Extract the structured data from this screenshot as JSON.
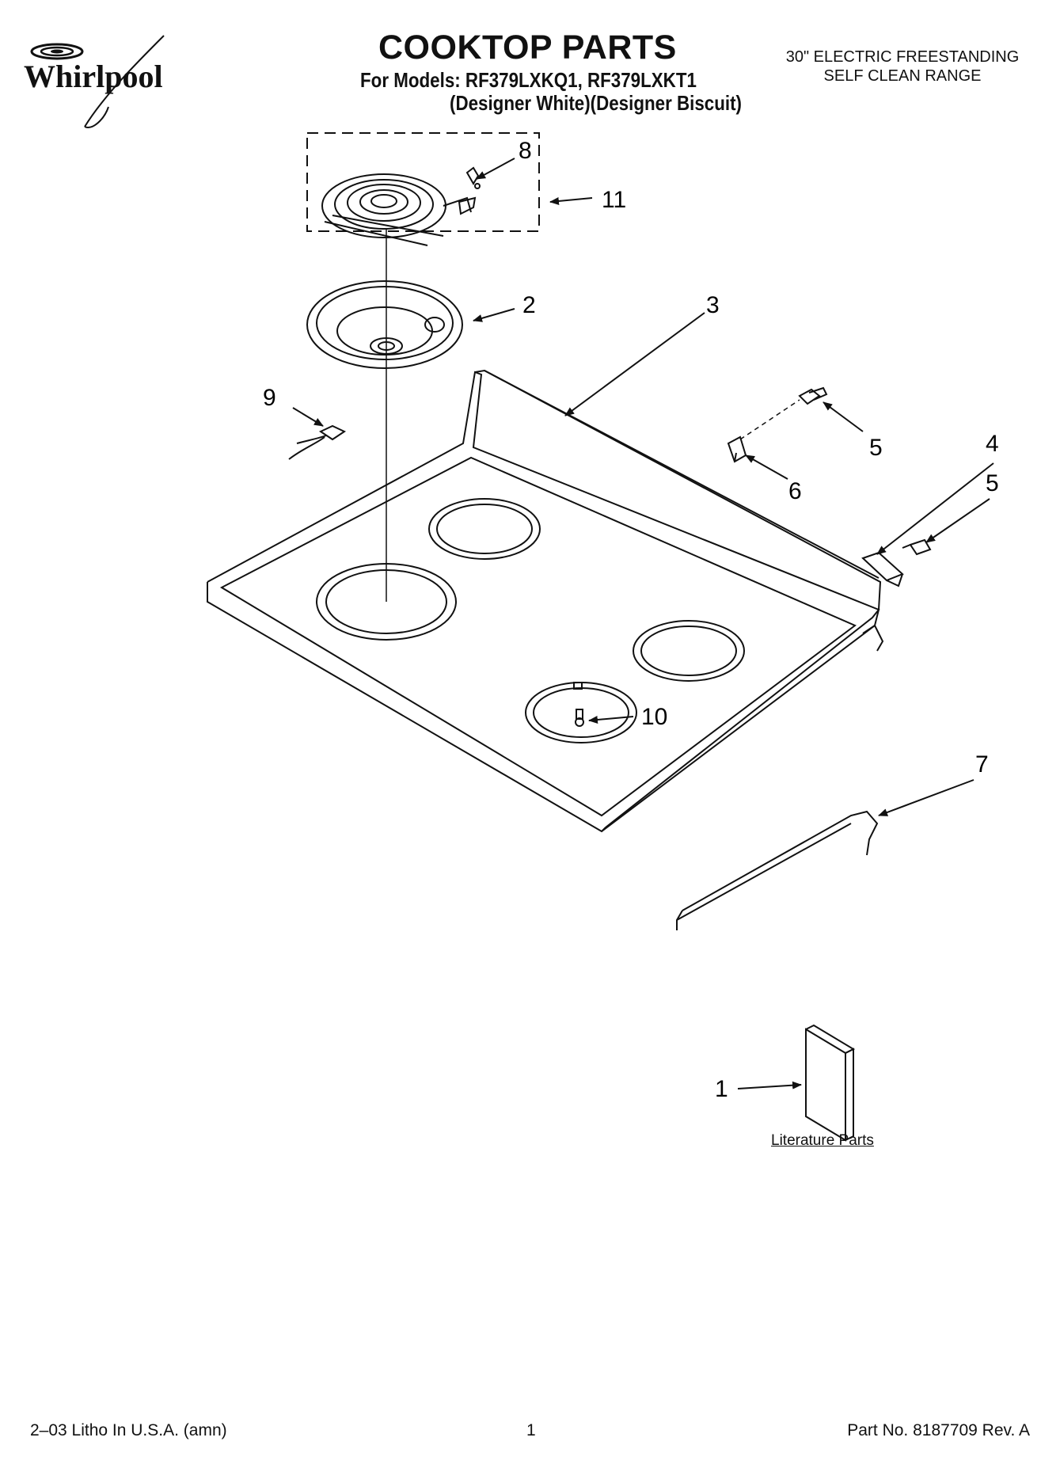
{
  "brand": {
    "logo_text": "Whirlpool"
  },
  "header": {
    "title": "COOKTOP PARTS",
    "models": "For Models: RF379LXKQ1, RF379LXKT1",
    "finishes": "(Designer White)(Designer Biscuit)",
    "range_line1": "30\" ELECTRIC FREESTANDING",
    "range_line2": "SELF CLEAN RANGE"
  },
  "callouts": {
    "c1": "1",
    "c2": "2",
    "c3": "3",
    "c4": "4",
    "c5a": "5",
    "c5b": "5",
    "c6": "6",
    "c7": "7",
    "c8": "8",
    "c9": "9",
    "c10": "10",
    "c11": "11"
  },
  "literature_label": "Literature Parts",
  "footer": {
    "left": "2–03 Litho In U.S.A. (amn)",
    "page": "1",
    "part_no": "Part No. 8187709 Rev. A"
  }
}
